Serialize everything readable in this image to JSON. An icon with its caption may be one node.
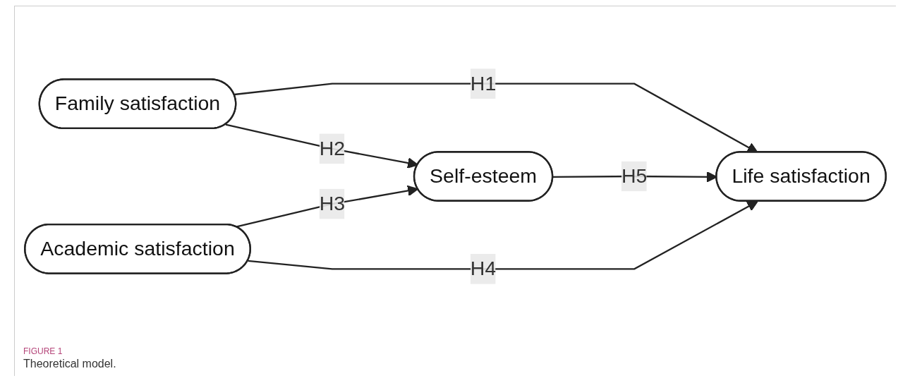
{
  "diagram": {
    "caption": "Theoretical model.",
    "nodes": [
      {
        "text": [
          "Family satisfaction"
        ]
      },
      {
        "text": [
          "Self-esteem"
        ]
      },
      {
        "text": [
          "Academic satisfaction"
        ]
      },
      {
        "text": [
          "Life satisfaction"
        ]
      }
    ],
    "edges": [
      {
        "from": 0,
        "to": 3,
        "arrow": "to",
        "label": "H1"
      },
      {
        "from": 0,
        "to": 1,
        "arrow": "to",
        "label": "H2"
      },
      {
        "from": 2,
        "to": 1,
        "arrow": "to",
        "label": "H3"
      },
      {
        "from": 2,
        "to": 3,
        "arrow": "to",
        "label": "H4"
      },
      {
        "from": 1,
        "to": 3,
        "arrow": "to",
        "label": "H5"
      }
    ],
    "labels": [
      "FIGURE 1"
    ]
  }
}
